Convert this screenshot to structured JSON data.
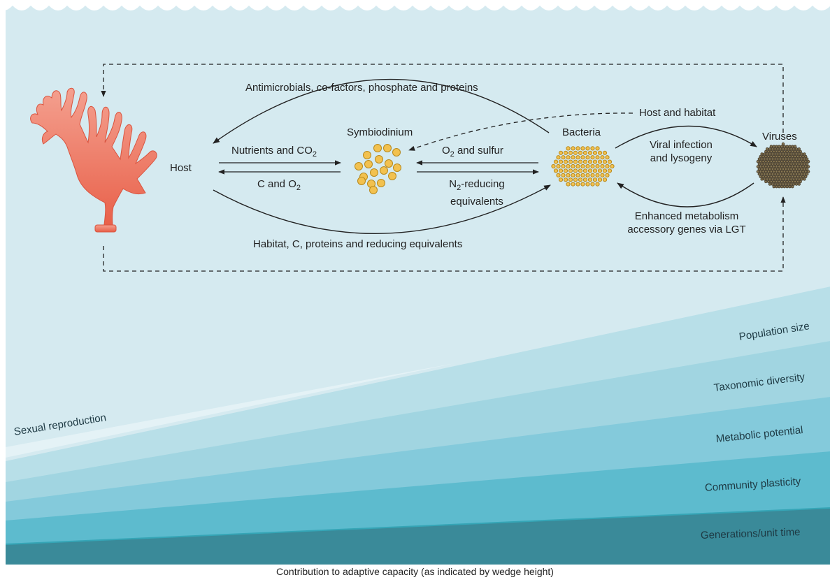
{
  "title": "",
  "nodes": {
    "host": "Host",
    "symbiodinium": "Symbiodinium",
    "bacteria": "Bacteria",
    "viruses": "Viruses"
  },
  "arrows": {
    "top_arc": "Antimicrobials, co-factors, phosphate and proteins",
    "bottom_arc": "Habitat, C, proteins and reducing equivalents",
    "host_habitat": "Host and habitat",
    "nutrients_prefix": "Nutrients and CO",
    "nutrients_sub": "2",
    "c_o2_prefix": "C and O",
    "c_o2_sub": "2",
    "o2_sulfur_prefix": "O",
    "o2_sulfur_sub": "2",
    "o2_sulfur_suffix": " and sulfur",
    "n2_prefix": "N",
    "n2_sub": "2",
    "n2_suffix": "-reducing",
    "n2_line2": "equivalents",
    "viral_line1": "Viral infection",
    "viral_line2": "and lysogeny",
    "enhanced_line1": "Enhanced metabolism",
    "enhanced_line2": "accessory genes via LGT"
  },
  "wedges": {
    "sexual_reproduction": "Sexual reproduction",
    "layers": [
      "Population size",
      "Taxonomic diversity",
      "Metabolic potential",
      "Community plasticity",
      "Generations/unit time"
    ]
  },
  "caption": "Contribution to adaptive capacity (as indicated by wedge height)",
  "colors": {
    "water": "#d6ebf1",
    "coral_top": "#f59a88",
    "coral_bottom": "#e8604a",
    "cell": "#f2c14f",
    "virus": "#8a7a55",
    "wedge1": "#b9dfe8",
    "wedge2": "#a2d6e2",
    "wedge3": "#85cbdc",
    "wedge4": "#5ebccf",
    "wedge5": "#36a7b8",
    "wedge6": "#3a8c9c"
  }
}
